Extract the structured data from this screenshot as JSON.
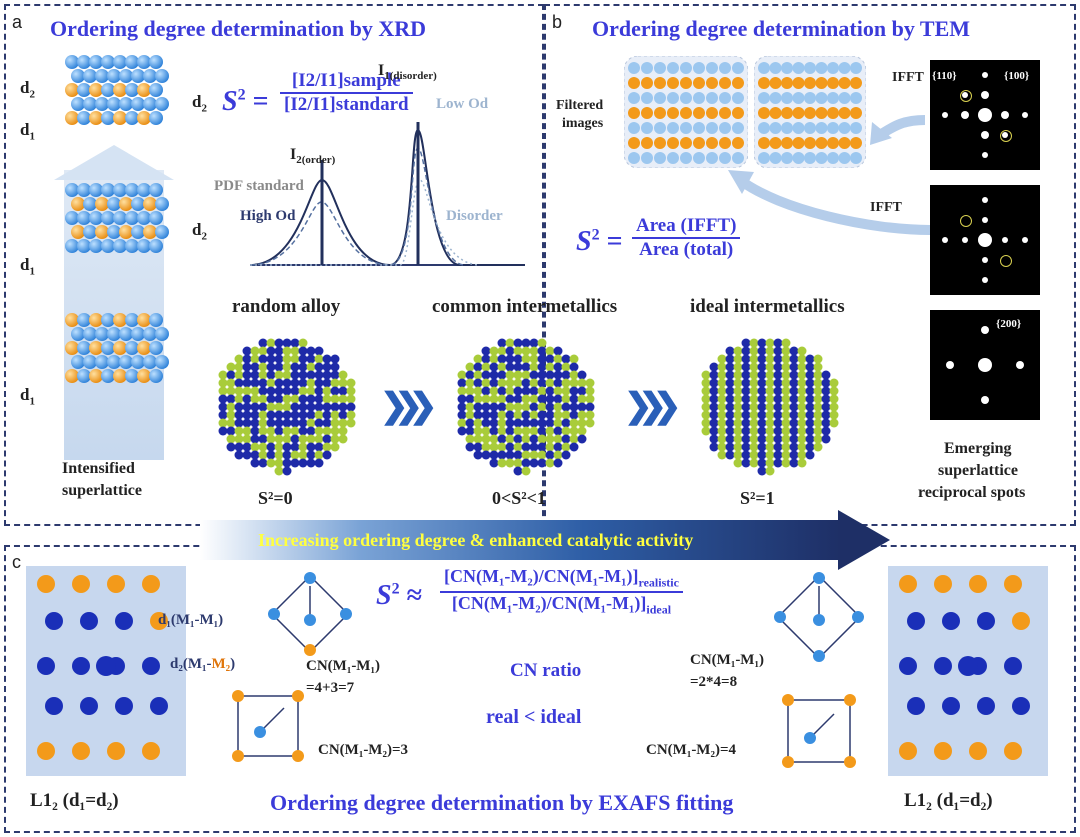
{
  "panel_a": {
    "letter": "a",
    "title": "Ordering degree determination by XRD",
    "d_labels": {
      "d1": "d",
      "d1_sub": "1",
      "d2": "d",
      "d2_sub": "2"
    },
    "left_caption_1": "Intensified",
    "left_caption_2": "superlattice",
    "eq_lhs": "S",
    "eq_sup": "2",
    "eq_eq": "=",
    "eq_num": "[I2/I1]sample",
    "eq_den": "[I2/I1]standard",
    "peak_I1": "I",
    "peak_I1_sub": "1(disorder)",
    "peak_I2": "I",
    "peak_I2_sub": "2(order)",
    "legend_low": "Low Od",
    "legend_pdf": "PDF standard",
    "legend_high": "High Od",
    "legend_disorder": "Disorder"
  },
  "panel_b": {
    "letter": "b",
    "title": "Ordering degree determination by TEM",
    "filtered_1": "Filtered",
    "filtered_2": "images",
    "ifft_1": "IFFT",
    "ifft_2": "IFFT",
    "spot_110": "{110}",
    "spot_100": "{100}",
    "spot_200": "{200}",
    "eq_lhs": "S",
    "eq_sup": "2",
    "eq_eq": "=",
    "eq_num": "Area (IFFT)",
    "eq_den": "Area (total)",
    "right_caption_1": "Emerging",
    "right_caption_2": "superlattice",
    "right_caption_3": "reciprocal spots"
  },
  "center": {
    "random": "random alloy",
    "common": "common intermetallics",
    "ideal": "ideal intermetallics",
    "s_random": "S²=0",
    "s_common": "0<S²<1",
    "s_ideal": "S²=1",
    "arrow_text": "Increasing ordering degree & enhanced catalytic activity"
  },
  "panel_c": {
    "letter": "c",
    "title": "Ordering degree determination by EXAFS fitting",
    "l12_left": "L1₂ (d₁=d₂)",
    "l12_right": "L1₂ (d₁=d₂)",
    "d1_label": "d₁(M₁-M₁)",
    "d2_label_a": "d₂(M₁-",
    "d2_label_b": "M₂",
    "d2_label_c": ")",
    "cn11_left": "CN(M₁-M₁)",
    "cn11_left_val": "=4+3=7",
    "cn12_left": "CN(M₁-M₂)=3",
    "cn11_right": "CN(M₁-M₁)",
    "cn11_right_val": "=2*4=8",
    "cn12_right": "CN(M₁-M₂)=4",
    "eq_lhs": "S",
    "eq_sup": "2",
    "eq_approx": "≈",
    "eq_num": "[CN(M₁-M₂)/CN(M₁-M₁)]",
    "eq_num_sub": "realistic",
    "eq_den": "[CN(M₁-M₂)/CN(M₁-M₁)]",
    "eq_den_sub": "ideal",
    "cn_ratio": "CN ratio",
    "real_ideal": "real < ideal"
  },
  "colors": {
    "accent_blue": "#3b3bd9",
    "orange_atom": "#f39a1a",
    "blue_atom": "#3a8fe0",
    "dark_atom": "#1e2aa8",
    "green_atom": "#a9cc3a"
  }
}
